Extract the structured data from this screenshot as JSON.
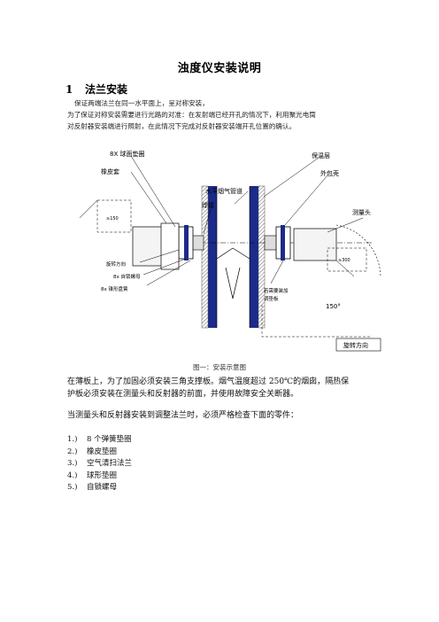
{
  "document": {
    "title": "浊度仪安装说明",
    "section": {
      "number": "1",
      "title": "法兰安装"
    },
    "intro_lines": [
      "保证两端法兰在同一水平面上，呈对称安装，",
      "为了保证对称安装需要进行光路的对准：在发射端已经开孔的情况下，利用聚光电筒",
      "对反射器安装端进行照射，在此情况下完成对反射器安装端开孔位置的确认。"
    ],
    "figure": {
      "labels": {
        "gasket_8x": "8X 球面垫圈",
        "rubber_sleeve": "橡皮套",
        "weld": "焊接",
        "flue_duct": "水平烟气管道",
        "insulation": "保温层",
        "outer_shell": "外包壳",
        "measure_head": "测量头",
        "rotate_dir_left": "旋转方向",
        "lock_nut_8x": "8x 自锁螺母",
        "cone_washer_8x": "8x 锥形盘簧",
        "pad_note_1": "若需要装加",
        "pad_note_2": "调垫板",
        "angle": "150°",
        "rotate_dir_bottom": "旋转方向",
        "dim_left": "≥150",
        "dim_right": "≥300"
      },
      "caption": "图一：安装示意图"
    },
    "para1_lines": [
      "在薄板上，为了加固必须安装三角支撑板。烟气温度超过   250℃的烟囱，隔热保",
      "护板必须安装在测量头和反射器的前面，并使用故障安全关断器。"
    ],
    "para2": "当测量头和反射器安装到调整法兰时，必须严格检查下面的零件：",
    "parts": [
      {
        "num": "1.)",
        "text": "8  个弹簧垫圈"
      },
      {
        "num": "2.)",
        "text": "橡皮垫圈"
      },
      {
        "num": "3.)",
        "text": "空气清扫法兰"
      },
      {
        "num": "4.)",
        "text": "球形垫圈"
      },
      {
        "num": "5.)",
        "text": "自锁螺母"
      }
    ]
  },
  "colors": {
    "duct_blue": "#1c2a8a",
    "line": "#000000",
    "hatch": "#555555"
  }
}
